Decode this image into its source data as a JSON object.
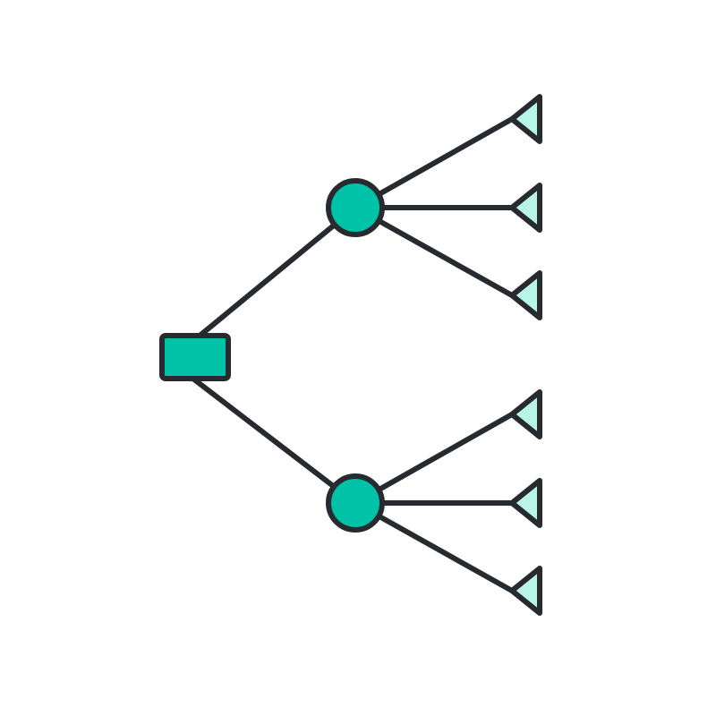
{
  "diagram": {
    "icon": "decision-tree-icon",
    "colors": {
      "stroke": "#272b30",
      "node_fill": "#00c2a8",
      "leaf_fill": "#b8f5e6",
      "background": "#ffffff"
    },
    "nodes": [
      {
        "id": "root",
        "type": "decision",
        "shape": "square"
      },
      {
        "id": "chance-1",
        "type": "chance",
        "shape": "circle"
      },
      {
        "id": "chance-2",
        "type": "chance",
        "shape": "circle"
      },
      {
        "id": "end-1",
        "type": "end",
        "shape": "triangle"
      },
      {
        "id": "end-2",
        "type": "end",
        "shape": "triangle"
      },
      {
        "id": "end-3",
        "type": "end",
        "shape": "triangle"
      },
      {
        "id": "end-4",
        "type": "end",
        "shape": "triangle"
      },
      {
        "id": "end-5",
        "type": "end",
        "shape": "triangle"
      },
      {
        "id": "end-6",
        "type": "end",
        "shape": "triangle"
      }
    ],
    "edges": [
      [
        "root",
        "chance-1"
      ],
      [
        "root",
        "chance-2"
      ],
      [
        "chance-1",
        "end-1"
      ],
      [
        "chance-1",
        "end-2"
      ],
      [
        "chance-1",
        "end-3"
      ],
      [
        "chance-2",
        "end-4"
      ],
      [
        "chance-2",
        "end-5"
      ],
      [
        "chance-2",
        "end-6"
      ]
    ]
  }
}
